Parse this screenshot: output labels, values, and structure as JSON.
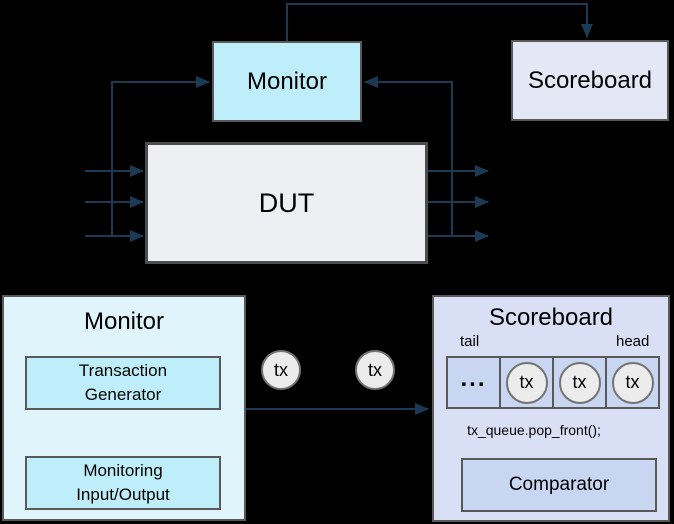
{
  "background": "#000000",
  "colors": {
    "arrow_navy": "#1C3A54",
    "arrow_black": "#000000",
    "cyan_box_fill": "#BDEEF9",
    "cyan_panel_fill": "#DFF5FB",
    "lavender_box_fill": "#E4E8F6",
    "lavender_panel_fill": "#D9DFF4",
    "periwinkle_box_fill": "#C8D6F2",
    "dut_fill": "#EDEFF2",
    "tx_circle_fill": "#ECECEC",
    "box_border": "#595959"
  },
  "top_diagram": {
    "monitor_label": "Monitor",
    "dut_label": "DUT",
    "scoreboard_label": "Scoreboard"
  },
  "monitor_detail": {
    "title": "Monitor",
    "transaction_generator": {
      "line1": "Transaction",
      "line2": "Generator"
    },
    "monitoring_io": {
      "line1": "Monitoring",
      "line2": "Input/Output"
    }
  },
  "transit_tx": {
    "first": "tx",
    "second": "tx"
  },
  "scoreboard_detail": {
    "title": "Scoreboard",
    "tail_label": "tail",
    "head_label": "head",
    "queue": {
      "ellipsis": "...",
      "tx_cells": [
        "tx",
        "tx",
        "tx"
      ]
    },
    "pop_code": "tx_queue.pop_front();",
    "comparator_label": "Comparator"
  }
}
